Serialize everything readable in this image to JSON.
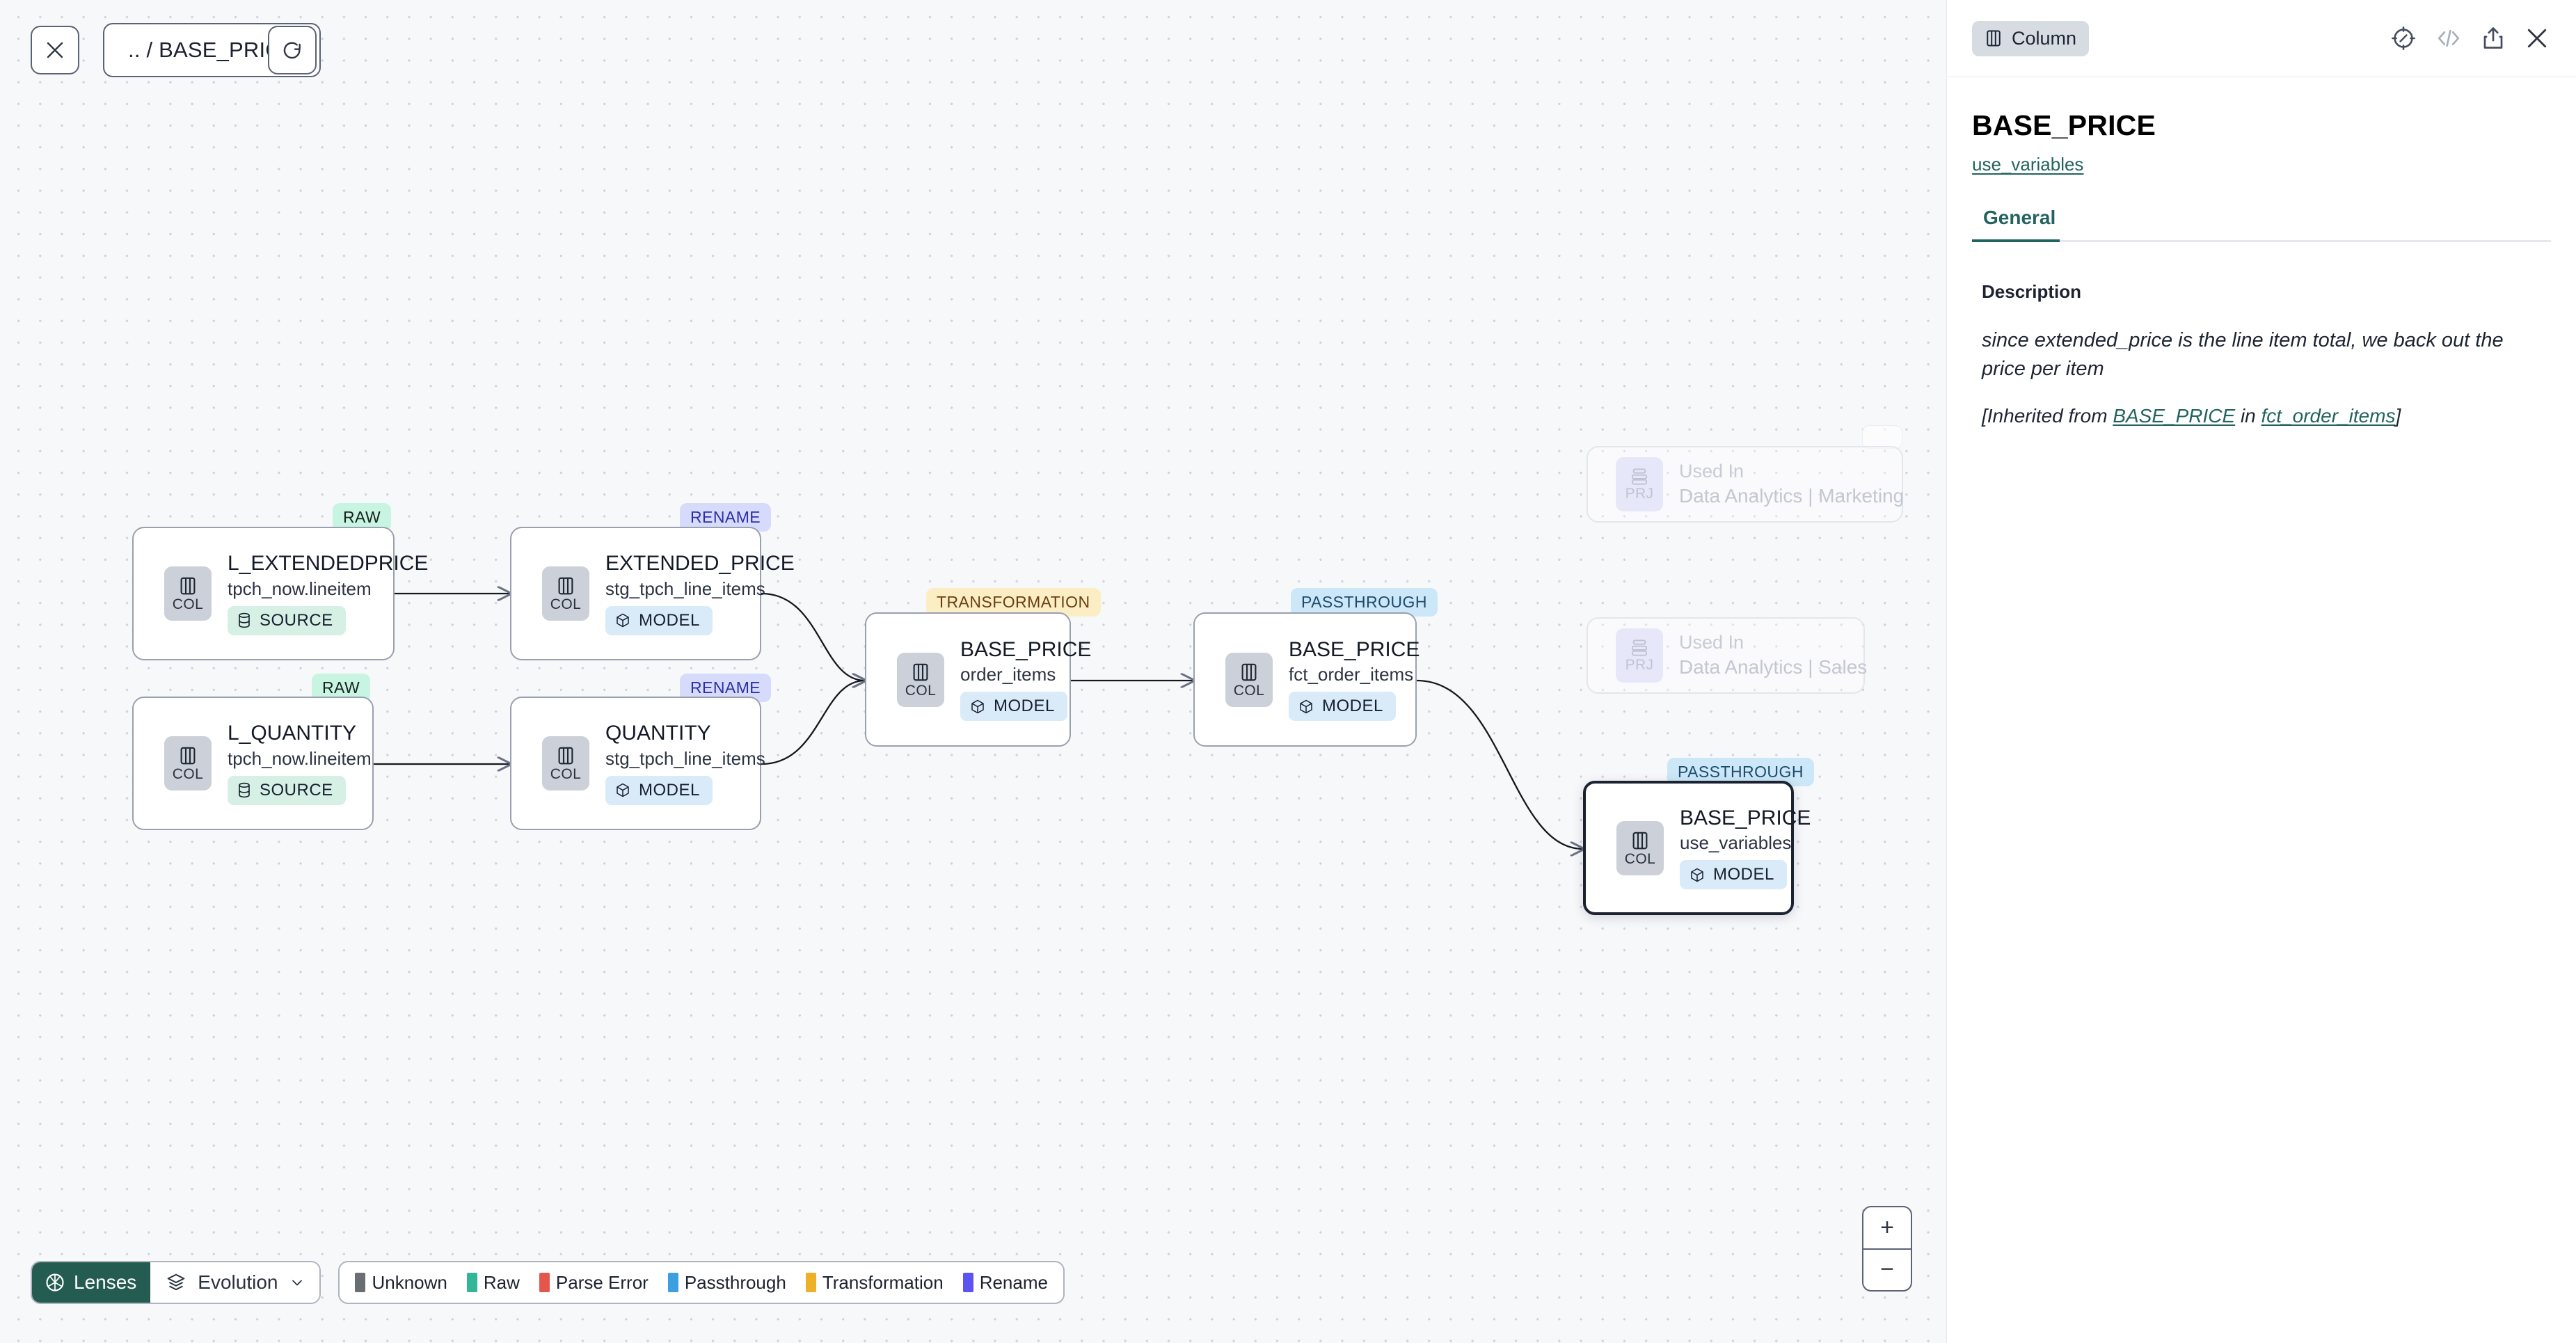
{
  "canvas": {
    "toolbar": {
      "close_label": "✕",
      "breadcrumb": ".. / BASE_PRICE",
      "refresh_label": "↻"
    },
    "nodes": [
      {
        "id": "n1",
        "lens": "RAW",
        "name": "L_EXTENDEDPRICE",
        "sub": "tpch_now.lineitem",
        "type": "COL",
        "material": "SOURCE"
      },
      {
        "id": "n2",
        "lens": "RAW",
        "name": "L_QUANTITY",
        "sub": "tpch_now.lineitem",
        "type": "COL",
        "material": "SOURCE"
      },
      {
        "id": "n3",
        "lens": "RENAME",
        "name": "EXTENDED_PRICE",
        "sub": "stg_tpch_line_items",
        "type": "COL",
        "material": "MODEL"
      },
      {
        "id": "n4",
        "lens": "RENAME",
        "name": "QUANTITY",
        "sub": "stg_tpch_line_items",
        "type": "COL",
        "material": "MODEL"
      },
      {
        "id": "n5",
        "lens": "TRANSFORMATION",
        "name": "BASE_PRICE",
        "sub": "order_items",
        "type": "COL",
        "material": "MODEL"
      },
      {
        "id": "n6",
        "lens": "PASSTHROUGH",
        "name": "BASE_PRICE",
        "sub": "fct_order_items",
        "type": "COL",
        "material": "MODEL"
      },
      {
        "id": "n7",
        "lens": "PASSTHROUGH",
        "name": "BASE_PRICE",
        "sub": "use_variables",
        "type": "COL",
        "material": "MODEL",
        "selected": true
      }
    ],
    "ghost_nodes": [
      {
        "id": "g1",
        "name": "Used In",
        "sub": "Data Analytics | Marketing",
        "type": "PRJ"
      },
      {
        "id": "g2",
        "name": "Used In",
        "sub": "Data Analytics | Sales",
        "type": "PRJ"
      }
    ],
    "zoom_controls": {
      "zoom_in": "+",
      "zoom_out": "−"
    },
    "bottom_bar": {
      "lenses_label": "Lenses",
      "evolution_label": "Evolution",
      "legend": [
        {
          "label": "Unknown",
          "color": "#6a6d72"
        },
        {
          "label": "Raw",
          "color": "#33b597"
        },
        {
          "label": "Parse Error",
          "color": "#e4564c"
        },
        {
          "label": "Passthrough",
          "color": "#3c9fe0"
        },
        {
          "label": "Transformation",
          "color": "#edb026"
        },
        {
          "label": "Rename",
          "color": "#5b54f0"
        }
      ]
    }
  },
  "panel": {
    "kind_chip": "Column",
    "icons": [
      "compass-icon",
      "code-icon",
      "share-icon",
      "close-icon"
    ],
    "title": "BASE_PRICE",
    "subtitle_link": "use_variables",
    "tabs": [
      {
        "label": "General",
        "active": true
      }
    ],
    "description_label": "Description",
    "description_text": "since extended_price is the line item total, we back out the price per item",
    "inherited_prefix": "[Inherited from ",
    "inherited_source": "BASE_PRICE",
    "inherited_middle": " in ",
    "inherited_model": "fct_order_items",
    "inherited_suffix": "]"
  },
  "colors": {
    "accent": "#22635f",
    "canvas_bg": "#f7f8fa",
    "selected_border": "#1b2230"
  }
}
